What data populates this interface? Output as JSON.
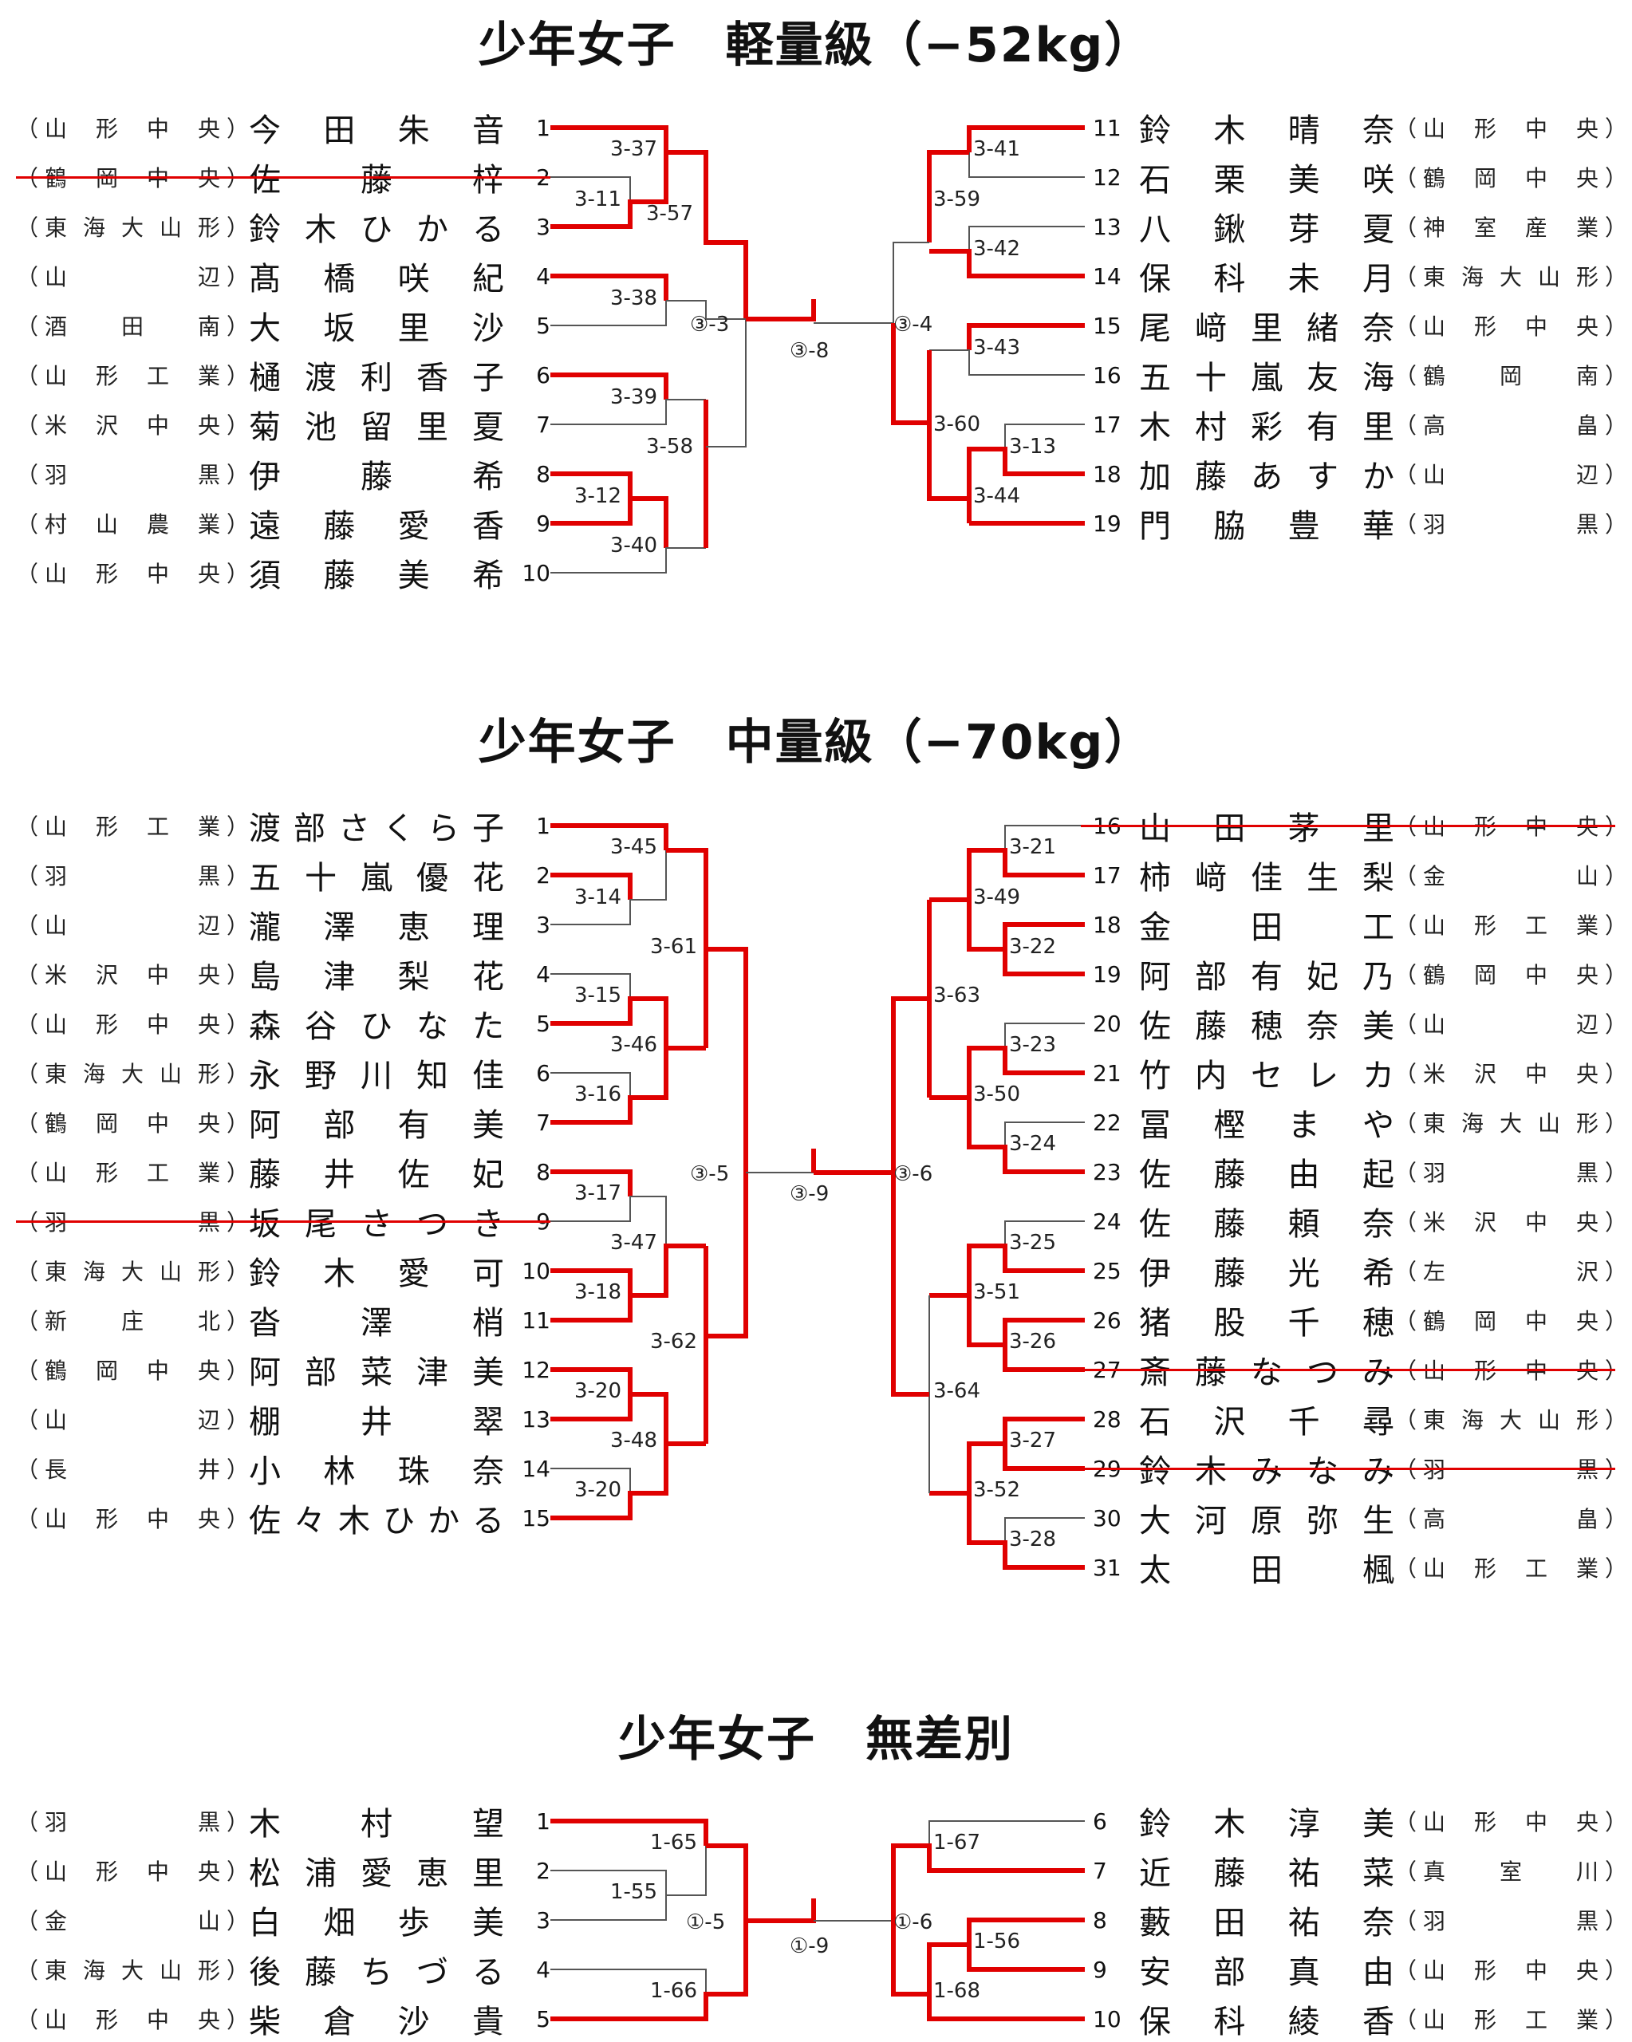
{
  "sections": [
    {
      "title": "少年女子　軽量級（−52kg）",
      "left": [
        {
          "school": "山形中央",
          "name": "今田朱音",
          "num": "1"
        },
        {
          "school": "鶴岡中央",
          "name": "佐藤梓",
          "num": "2",
          "scratched": true
        },
        {
          "school": "東海大山形",
          "name": "鈴木ひかる",
          "num": "3"
        },
        {
          "school": "山辺",
          "name": "髙橋咲紀",
          "num": "4"
        },
        {
          "school": "酒田南",
          "name": "大坂里沙",
          "num": "5"
        },
        {
          "school": "山形工業",
          "name": "樋渡利香子",
          "num": "6"
        },
        {
          "school": "米沢中央",
          "name": "菊池留里夏",
          "num": "7"
        },
        {
          "school": "羽黒",
          "name": "伊藤希",
          "num": "8"
        },
        {
          "school": "村山農業",
          "name": "遠藤愛香",
          "num": "9"
        },
        {
          "school": "山形中央",
          "name": "須藤美希",
          "num": "10"
        }
      ],
      "right": [
        {
          "num": "11",
          "name": "鈴木晴奈",
          "school": "山形中央"
        },
        {
          "num": "12",
          "name": "石栗美咲",
          "school": "鶴岡中央"
        },
        {
          "num": "13",
          "name": "八鍬芽夏",
          "school": "神室産業"
        },
        {
          "num": "14",
          "name": "保科未月",
          "school": "東海大山形"
        },
        {
          "num": "15",
          "name": "尾﨑里緒奈",
          "school": "山形中央"
        },
        {
          "num": "16",
          "name": "五十嵐友海",
          "school": "鶴岡南"
        },
        {
          "num": "17",
          "name": "木村彩有里",
          "school": "高畠"
        },
        {
          "num": "18",
          "name": "加藤あすか",
          "school": "山辺"
        },
        {
          "num": "19",
          "name": "門脇豊華",
          "school": "羽黒"
        }
      ],
      "matches": [
        "3-37",
        "3-11",
        "3-57",
        "3-38",
        "3-39",
        "3-58",
        "3-12",
        "3-40",
        "③-3",
        "③-8",
        "③-4",
        "3-41",
        "3-59",
        "3-42",
        "3-43",
        "3-60",
        "3-13",
        "3-44"
      ]
    },
    {
      "title": "少年女子　中量級（−70kg）",
      "left": [
        {
          "school": "山形工業",
          "name": "渡部さくら子",
          "num": "1"
        },
        {
          "school": "羽黒",
          "name": "五十嵐優花",
          "num": "2"
        },
        {
          "school": "山辺",
          "name": "瀧澤恵理",
          "num": "3"
        },
        {
          "school": "米沢中央",
          "name": "島津梨花",
          "num": "4"
        },
        {
          "school": "山形中央",
          "name": "森谷ひなた",
          "num": "5"
        },
        {
          "school": "東海大山形",
          "name": "永野川知佳",
          "num": "6"
        },
        {
          "school": "鶴岡中央",
          "name": "阿部有美",
          "num": "7"
        },
        {
          "school": "山形工業",
          "name": "藤井佐妃",
          "num": "8"
        },
        {
          "school": "羽黒",
          "name": "坂尾さつき",
          "num": "9",
          "scratched": true
        },
        {
          "school": "東海大山形",
          "name": "鈴木愛可",
          "num": "10"
        },
        {
          "school": "新庄北",
          "name": "沓澤梢",
          "num": "11"
        },
        {
          "school": "鶴岡中央",
          "name": "阿部菜津美",
          "num": "12"
        },
        {
          "school": "山辺",
          "name": "棚井翠",
          "num": "13"
        },
        {
          "school": "長井",
          "name": "小林珠奈",
          "num": "14"
        },
        {
          "school": "山形中央",
          "name": "佐々木ひかる",
          "num": "15"
        }
      ],
      "right": [
        {
          "num": "16",
          "name": "山田茅里",
          "school": "山形中央",
          "scratched": true
        },
        {
          "num": "17",
          "name": "柿﨑佳生梨",
          "school": "金山"
        },
        {
          "num": "18",
          "name": "金田工",
          "school": "山形工業"
        },
        {
          "num": "19",
          "name": "阿部有妃乃",
          "school": "鶴岡中央"
        },
        {
          "num": "20",
          "name": "佐藤穂奈美",
          "school": "山辺"
        },
        {
          "num": "21",
          "name": "竹内セレカ",
          "school": "米沢中央"
        },
        {
          "num": "22",
          "name": "冨樫まや",
          "school": "東海大山形"
        },
        {
          "num": "23",
          "name": "佐藤由起",
          "school": "羽黒"
        },
        {
          "num": "24",
          "name": "佐藤頼奈",
          "school": "米沢中央"
        },
        {
          "num": "25",
          "name": "伊藤光希",
          "school": "左沢"
        },
        {
          "num": "26",
          "name": "猪股千穂",
          "school": "鶴岡中央"
        },
        {
          "num": "27",
          "name": "斎藤なつみ",
          "school": "山形中央",
          "scratched": true
        },
        {
          "num": "28",
          "name": "石沢千尋",
          "school": "東海大山形"
        },
        {
          "num": "29",
          "name": "鈴木みなみ",
          "school": "羽黒",
          "scratched": true
        },
        {
          "num": "30",
          "name": "大河原弥生",
          "school": "高畠"
        },
        {
          "num": "31",
          "name": "太田楓",
          "school": "山形工業"
        }
      ],
      "matches": [
        "3-45",
        "3-14",
        "3-61",
        "3-15",
        "3-46",
        "3-16",
        "3-17",
        "3-47",
        "3-18",
        "3-62",
        "3-20",
        "3-48",
        "3-20",
        "③-5",
        "③-9",
        "③-6",
        "3-21",
        "3-49",
        "3-22",
        "3-63",
        "3-23",
        "3-50",
        "3-24",
        "3-25",
        "3-51",
        "3-26",
        "3-64",
        "3-27",
        "3-52",
        "3-28"
      ]
    },
    {
      "title": "少年女子　無差別",
      "left": [
        {
          "school": "羽黒",
          "name": "木村望",
          "num": "1"
        },
        {
          "school": "山形中央",
          "name": "松浦愛恵里",
          "num": "2"
        },
        {
          "school": "金山",
          "name": "白畑歩美",
          "num": "3"
        },
        {
          "school": "東海大山形",
          "name": "後藤ちづる",
          "num": "4"
        },
        {
          "school": "山形中央",
          "name": "柴倉沙貴",
          "num": "5"
        }
      ],
      "right": [
        {
          "num": "6",
          "name": "鈴木淳美",
          "school": "山形中央"
        },
        {
          "num": "7",
          "name": "近藤祐菜",
          "school": "真室川"
        },
        {
          "num": "8",
          "name": "藪田祐奈",
          "school": "羽黒"
        },
        {
          "num": "9",
          "name": "安部真由",
          "school": "山形中央"
        },
        {
          "num": "10",
          "name": "保科綾香",
          "school": "山形工業"
        }
      ],
      "matches": [
        "1-65",
        "1-55",
        "①-5",
        "1-66",
        "①-9",
        "1-67",
        "①-6",
        "1-56",
        "1-68"
      ]
    }
  ],
  "colors": {
    "winner_line": "#e00000",
    "loser_line": "#555555",
    "text": "#111111"
  }
}
